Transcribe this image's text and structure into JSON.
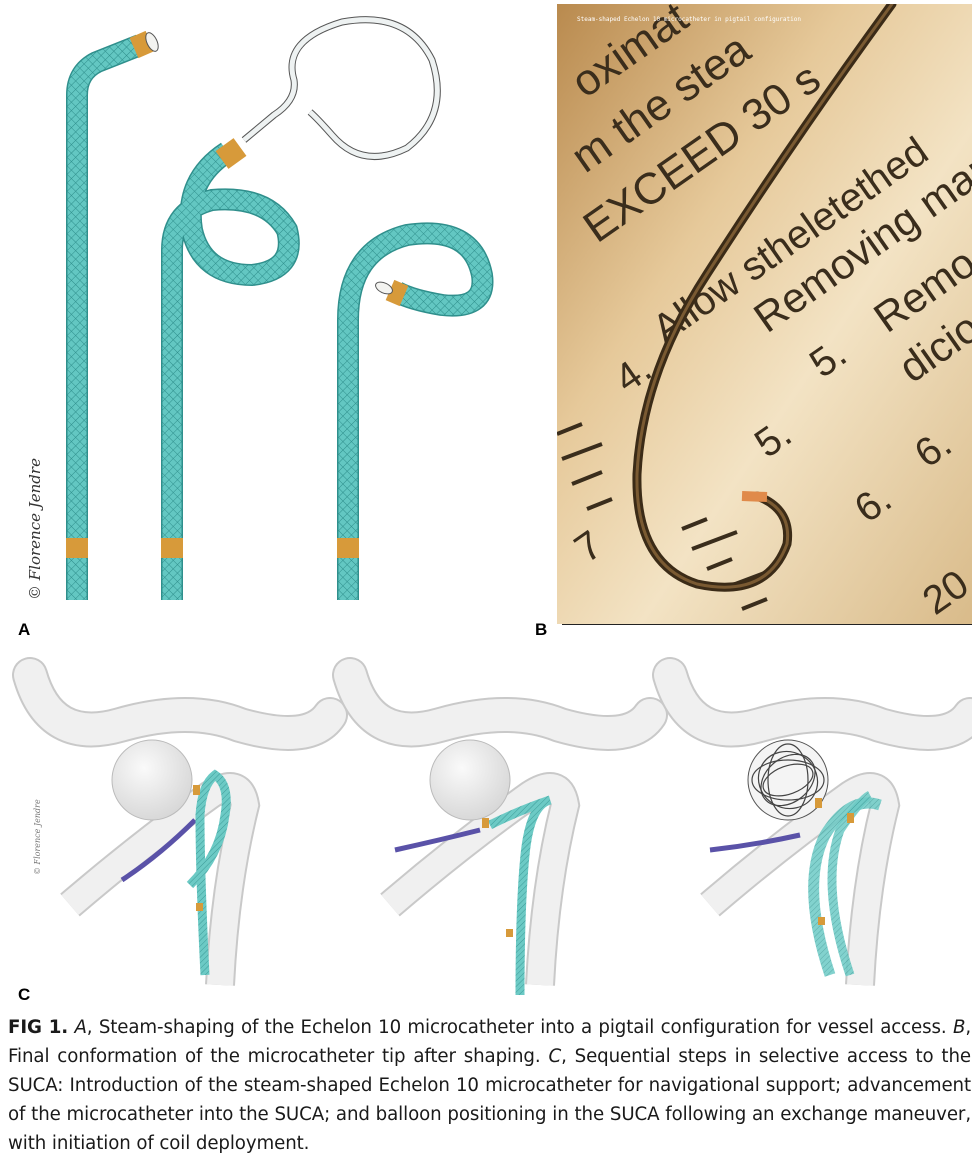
{
  "figure": {
    "panel_labels": {
      "a": "A",
      "b": "B",
      "c": "C"
    },
    "signature": "© Florence Jendre",
    "panel_b_overlay_text": "Steam-shaped Echelon 10 microcatheter in pigtail configuration",
    "panel_b_document_lines": [
      "oximat",
      "m the stea",
      "EXCEED 30 s",
      "Allow stheletethed",
      "Removing mand",
      "Remo",
      "dicio",
      "4.",
      "5.",
      "5.",
      "6.",
      "6.",
      "7",
      "20"
    ],
    "colors": {
      "catheter_teal": "#5fc4c0",
      "marker_orange": "#d79a3a",
      "paper_beige": "#e8d2a8",
      "vessel_grey": "#eeeeee"
    }
  },
  "caption": {
    "label": "FIG 1.",
    "a_letter": "A",
    "a_text": ", Steam-shaping of the Echelon 10 microcatheter into a pigtail configuration for vessel access.",
    "b_letter": "B",
    "b_text": ", Final conformation of the microcatheter tip after shaping.",
    "c_letter": "C",
    "c_text": ", Sequential steps in selective access to the SUCA: Introduction of the steam-shaped Echelon 10 microcatheter for navigational support; advancement of the microcatheter into the SUCA; and balloon positioning in the SUCA following an exchange maneuver, with initiation of coil deployment."
  }
}
